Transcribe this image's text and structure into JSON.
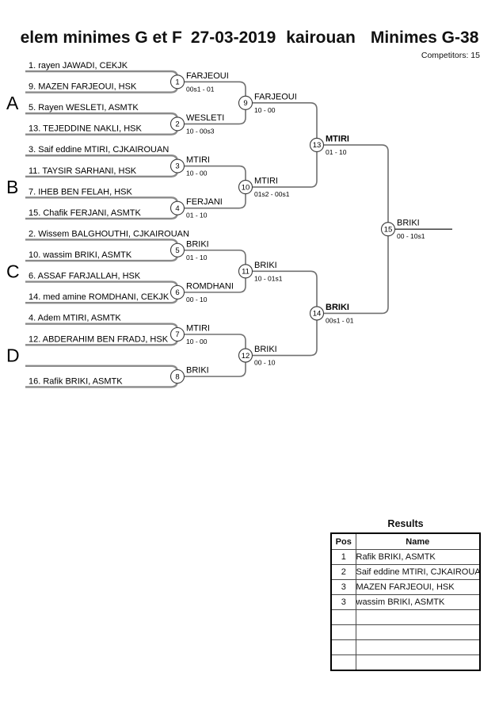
{
  "header": {
    "title_parts": [
      "elem minimes G et F",
      "27-03-2019",
      "kairouan",
      "Minimes G-38"
    ],
    "competitors_label": "Competitors: 15"
  },
  "bracket": {
    "groups": [
      "A",
      "B",
      "C",
      "D"
    ],
    "slots": [
      "1. rayen JAWADI, CEKJK",
      "9. MAZEN FARJEOUI, HSK",
      "5. Rayen WESLETI, ASMTK",
      "13. TEJEDDINE NAKLI, HSK",
      "3. Saif eddine MTIRI, CJKAIROUAN",
      "11. TAYSIR SARHANI, HSK",
      "7. IHEB BEN FELAH, HSK",
      "15. Chafik FERJANI, ASMTK",
      "2. Wissem BALGHOUTHI, CJKAIROUAN",
      "10. wassim BRIKI, ASMTK",
      "6. ASSAF FARJALLAH, HSK",
      "14. med amine ROMDHANI, CEKJK",
      "4. Adem MTIRI, ASMTK",
      "12. ABDERAHIM BEN FRADJ, HSK",
      "",
      "16. Rafik BRIKI, ASMTK"
    ],
    "matches": [
      {
        "num": 1,
        "winner": "FARJEOUI",
        "score": "00s1 - 01",
        "bold": false
      },
      {
        "num": 2,
        "winner": "WESLETI",
        "score": "10 - 00s3",
        "bold": false
      },
      {
        "num": 3,
        "winner": "MTIRI",
        "score": "10 - 00",
        "bold": false
      },
      {
        "num": 4,
        "winner": "FERJANI",
        "score": "01 - 10",
        "bold": false
      },
      {
        "num": 5,
        "winner": "BRIKI",
        "score": "01 - 10",
        "bold": false
      },
      {
        "num": 6,
        "winner": "ROMDHANI",
        "score": "00 - 10",
        "bold": false
      },
      {
        "num": 7,
        "winner": "MTIRI",
        "score": "10 - 00",
        "bold": false
      },
      {
        "num": 8,
        "winner": "BRIKI",
        "score": "",
        "bold": false
      },
      {
        "num": 9,
        "winner": "FARJEOUI",
        "score": "10 - 00",
        "bold": false
      },
      {
        "num": 10,
        "winner": "MTIRI",
        "score": "01s2 - 00s1",
        "bold": false
      },
      {
        "num": 11,
        "winner": "BRIKI",
        "score": "10 - 01s1",
        "bold": false
      },
      {
        "num": 12,
        "winner": "BRIKI",
        "score": "00 - 10",
        "bold": false
      },
      {
        "num": 13,
        "winner": "MTIRI",
        "score": "01 - 10",
        "bold": true
      },
      {
        "num": 14,
        "winner": "BRIKI",
        "score": "00s1 - 01",
        "bold": true
      },
      {
        "num": 15,
        "winner": "BRIKI",
        "score": "00 - 10s1",
        "bold": false
      }
    ]
  },
  "results": {
    "heading": "Results",
    "columns": [
      "Pos",
      "Name"
    ],
    "rows": [
      [
        "1",
        "Rafik BRIKI, ASMTK"
      ],
      [
        "2",
        "Saif eddine MTIRI, CJKAIROUAN"
      ],
      [
        "3",
        "MAZEN FARJEOUI, HSK"
      ],
      [
        "3",
        "wassim BRIKI, ASMTK"
      ],
      [
        "",
        ""
      ],
      [
        "",
        ""
      ],
      [
        "",
        ""
      ],
      [
        "",
        ""
      ]
    ]
  }
}
